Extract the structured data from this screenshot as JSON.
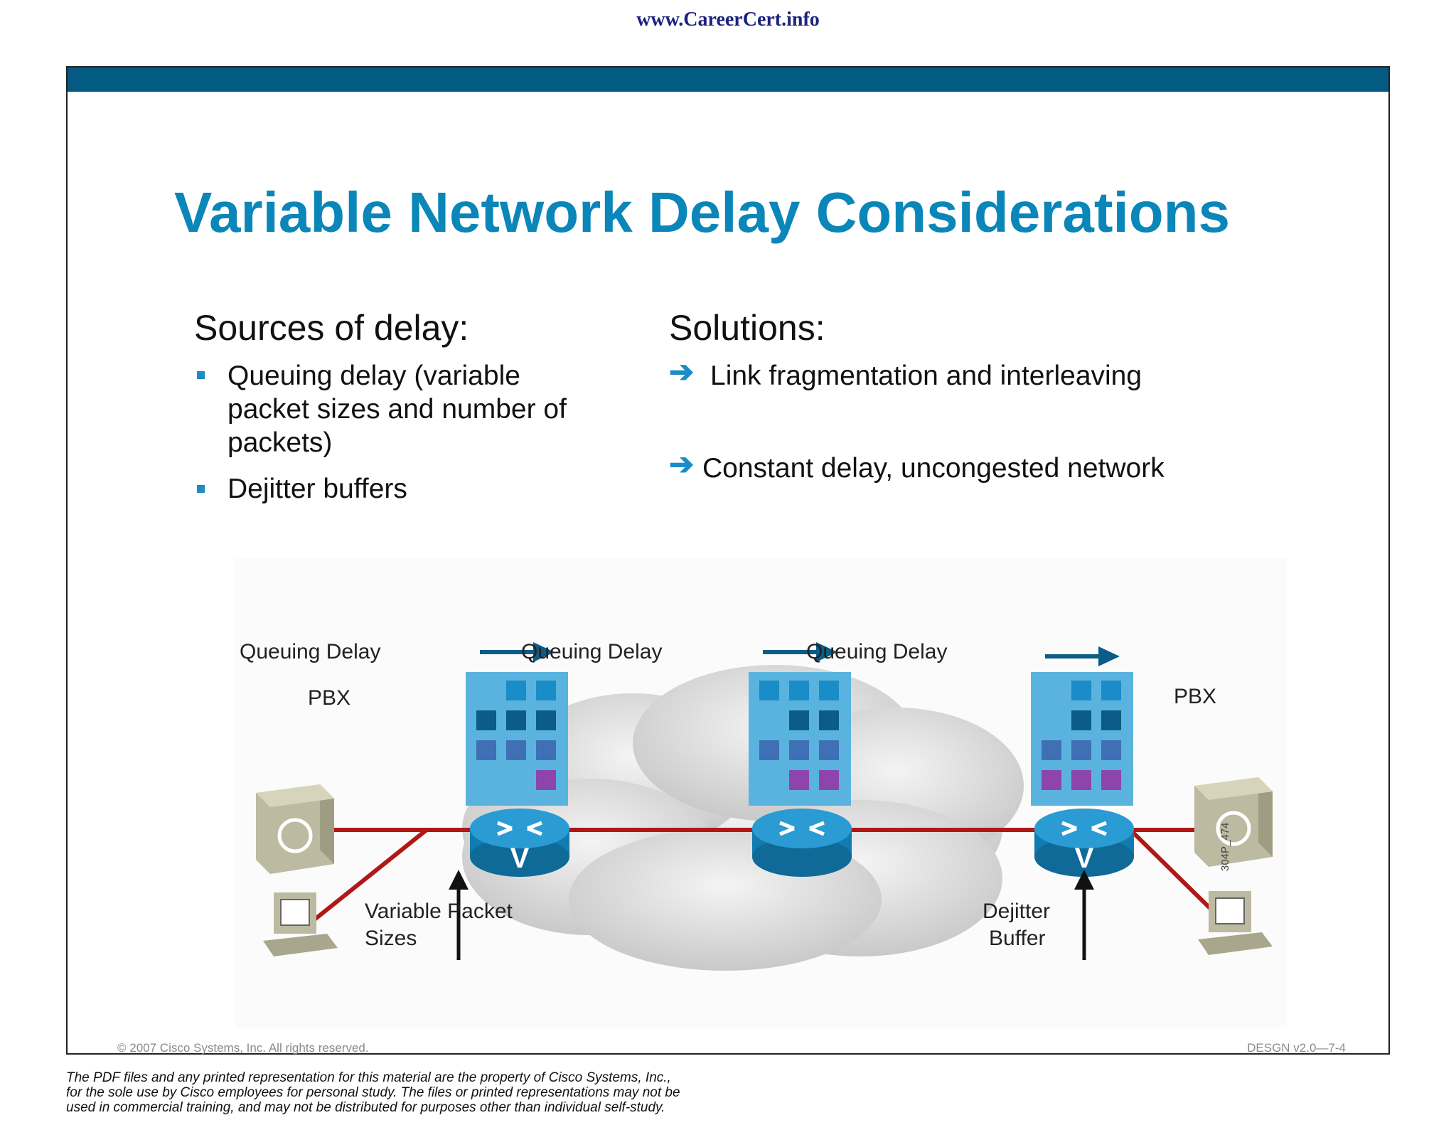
{
  "header": {
    "site_url": "www.CareerCert.info"
  },
  "slide": {
    "title": "Variable Network Delay Considerations",
    "sources": {
      "heading": "Sources of delay:",
      "items": [
        "Queuing delay (variable packet sizes and number of packets)",
        "Dejitter buffers"
      ]
    },
    "solutions": {
      "heading": "Solutions:",
      "items": [
        "Link fragmentation and interleaving",
        "Constant delay, uncongested network"
      ]
    },
    "diagram": {
      "queue_labels": [
        "Queuing Delay",
        "Queuing Delay",
        "Queuing Delay"
      ],
      "pbx_left": "PBX",
      "pbx_right": "PBX",
      "variable_packet_line1": "Variable Packet",
      "variable_packet_line2": "Sizes",
      "dejitter_line1": "Dejitter",
      "dejitter_line2": "Buffer",
      "figure_id": "304P_474",
      "router_glyph": "V",
      "colors": {
        "link": "#b01818",
        "router": "#1a8cc7",
        "queue": "#5ab3de",
        "cloud": "#dcdcdc",
        "device": "#bcbaa0"
      }
    },
    "footer": {
      "copyright": "© 2007 Cisco Systems, Inc. All rights reserved.",
      "course_code": "DESGN v2.0—7-4"
    }
  },
  "disclaimer": {
    "lines": [
      "The PDF files and any printed representation for this material are the property of Cisco Systems, Inc.,",
      "for the sole use by Cisco employees for personal study. The files or printed representations may not be",
      "used in commercial training, and may not be distributed for purposes other than individual self-study."
    ]
  }
}
